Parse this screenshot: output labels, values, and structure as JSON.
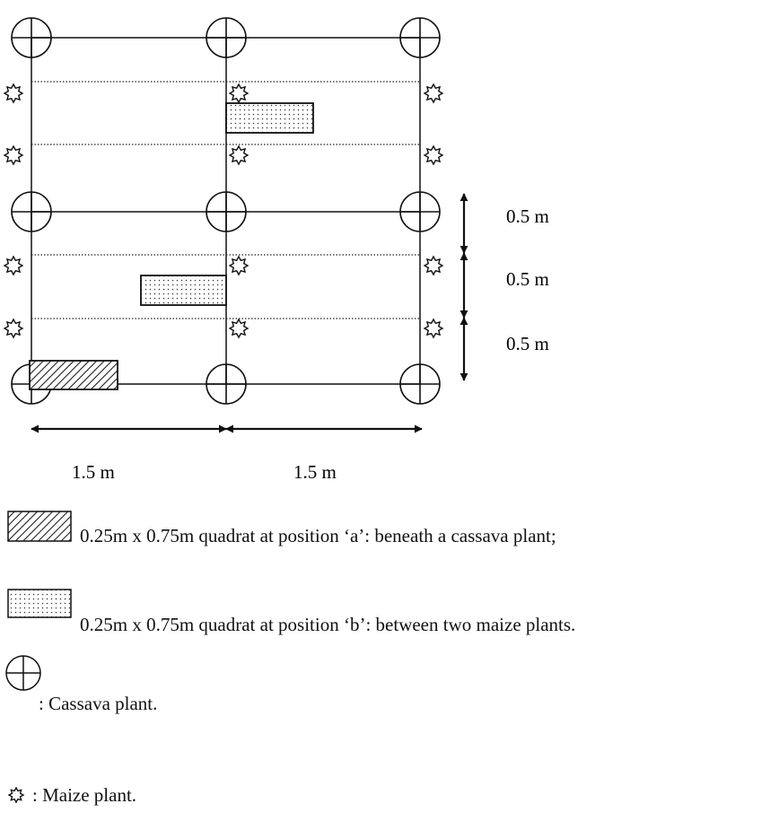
{
  "dimensions": {
    "row_spacing_labels": [
      "0.5 m",
      "0.5 m",
      "0.5 m"
    ],
    "column_spacing_labels": [
      "1.5 m",
      "1.5 m"
    ]
  },
  "legend": {
    "quadrat_a": "0.25m x 0.75m quadrat at position ‘a’: beneath a cassava plant;",
    "quadrat_b": "0.25m x 0.75m quadrat at position ‘b’: between two maize plants.",
    "cassava": ": Cassava plant.",
    "maize": ": Maize plant."
  },
  "colors": {
    "ink": "#111111",
    "background": "#ffffff"
  }
}
